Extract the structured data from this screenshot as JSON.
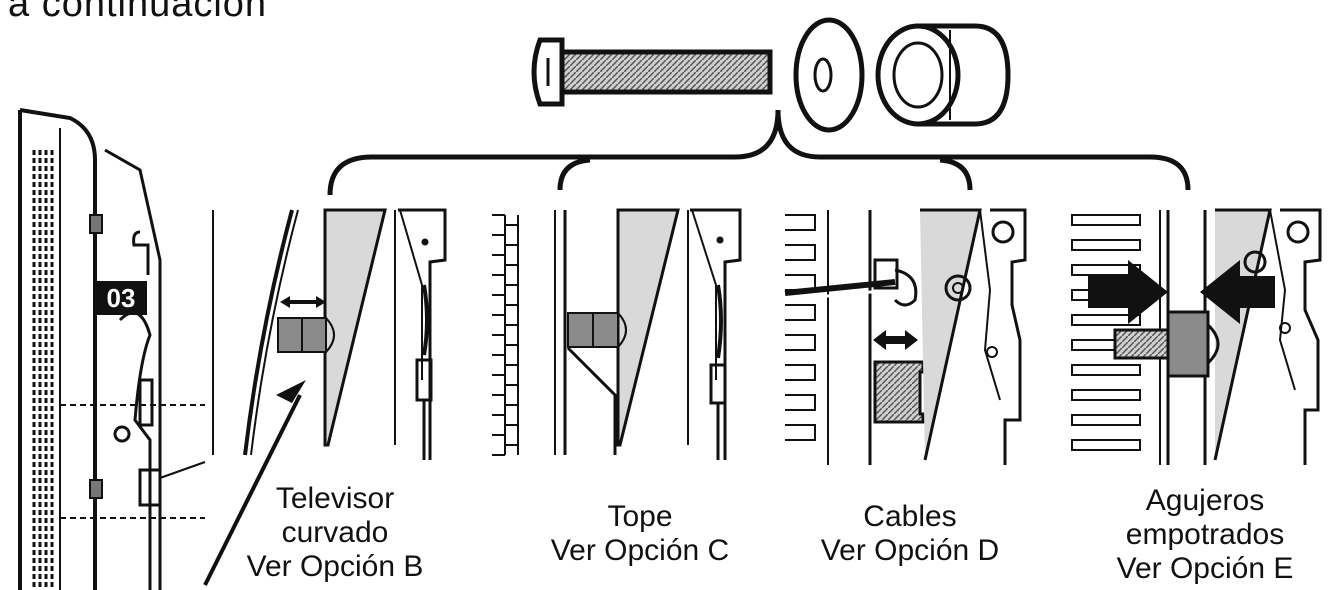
{
  "heading": "a continuación",
  "step_badge": "03",
  "hardware": {
    "items": [
      {
        "icon": "screw-icon"
      },
      {
        "icon": "washer-icon"
      },
      {
        "icon": "spacer-icon"
      }
    ]
  },
  "options": [
    {
      "line1": "Televisor",
      "line2": "curvado",
      "line3": "Ver Opción B"
    },
    {
      "line1": "Tope",
      "line2": "Ver Opción C"
    },
    {
      "line1": "Cables",
      "line2": "Ver Opción D"
    },
    {
      "line1": "Agujeros",
      "line2": "empotrados",
      "line3": "Ver Opción E"
    }
  ],
  "colors": {
    "ink": "#111111",
    "panel_grey": "#d9d9d9",
    "spacer_grey": "#8a8a8a"
  }
}
